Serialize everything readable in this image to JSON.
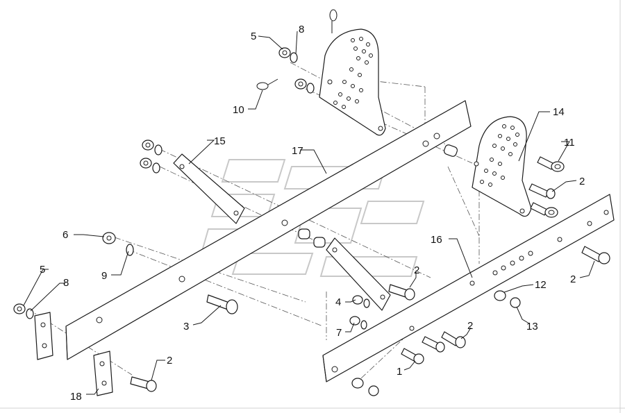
{
  "callouts": {
    "c1": "1",
    "c2a": "2",
    "c2b": "2",
    "c2c": "2",
    "c2d": "2",
    "c2e": "2",
    "c3": "3",
    "c4": "4",
    "c5a": "5",
    "c5b": "5",
    "c6": "6",
    "c7": "7",
    "c8a": "8",
    "c8b": "8",
    "c9": "9",
    "c10": "10",
    "c11": "11",
    "c12": "12",
    "c13": "13",
    "c14": "14",
    "c15": "15",
    "c16": "16",
    "c17": "17",
    "c18": "18"
  },
  "colors": {
    "line": "#1a1a1a",
    "watermark": "#c8c8c8",
    "background": "#ffffff"
  }
}
